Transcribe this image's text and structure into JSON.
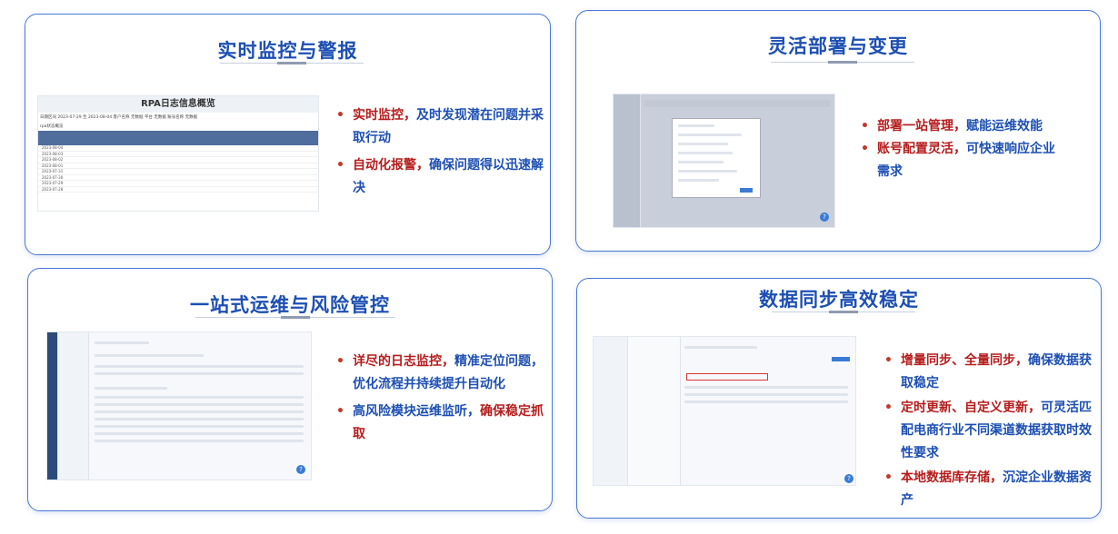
{
  "cards": [
    {
      "title": "实时监控与警报",
      "bullets": [
        {
          "parts": [
            {
              "text": "实时监控，",
              "color": "red"
            },
            {
              "text": "及时发现潜在问题并采取行动",
              "color": "blue"
            }
          ]
        },
        {
          "parts": [
            {
              "text": "自动化报警，",
              "color": "red"
            },
            {
              "text": "确保问题得以迅速解决",
              "color": "blue"
            }
          ]
        }
      ],
      "screenshot": {
        "header": "RPA日志信息概览",
        "filters": "日期区间  2023-07-29  至  2023-08-04   客户名称  无数据     平台  无数据     账号名称  无数据",
        "subtitle": "rpa状态概览",
        "rows": [
          "2023-08-04",
          "2023-08-03",
          "2023-08-02",
          "2023-08-01",
          "2023-07-31",
          "2023-07-30",
          "2023-07-29",
          "2023-07-28"
        ]
      }
    },
    {
      "title": "灵活部署与变更",
      "bullets": [
        {
          "parts": [
            {
              "text": "部署一站管理，",
              "color": "red"
            },
            {
              "text": "赋能运维效能",
              "color": "blue"
            }
          ]
        },
        {
          "parts": [
            {
              "text": "账号配置灵活，",
              "color": "red"
            },
            {
              "text": "可快速响应企业需求",
              "color": "blue"
            }
          ]
        }
      ]
    },
    {
      "title": "一站式运维与风险管控",
      "bullets": [
        {
          "parts": [
            {
              "text": "详尽的日志监控，",
              "color": "red"
            },
            {
              "text": "精准定位问题，优化流程并持续提升自动化",
              "color": "blue"
            }
          ]
        },
        {
          "parts": [
            {
              "text": "高风险模块运维监听，",
              "color": "blue"
            },
            {
              "text": "确保稳定抓取",
              "color": "red"
            }
          ]
        }
      ]
    },
    {
      "title": "数据同步高效稳定",
      "bullets": [
        {
          "parts": [
            {
              "text": "增量同步、全量同步，",
              "color": "red"
            },
            {
              "text": "确保数据获取稳定",
              "color": "blue"
            }
          ]
        },
        {
          "parts": [
            {
              "text": "定时更新、自定义更新，",
              "color": "red"
            },
            {
              "text": "可灵活匹配电商行业不同渠道数据获取时效性要求",
              "color": "blue"
            }
          ]
        },
        {
          "parts": [
            {
              "text": "本地数据库存储，",
              "color": "red"
            },
            {
              "text": "沉淀企业数据资产",
              "color": "blue"
            }
          ]
        }
      ]
    }
  ],
  "colors": {
    "red": "#b71c1c",
    "blue": "#1d4fb3",
    "border": "#4a78d6"
  }
}
